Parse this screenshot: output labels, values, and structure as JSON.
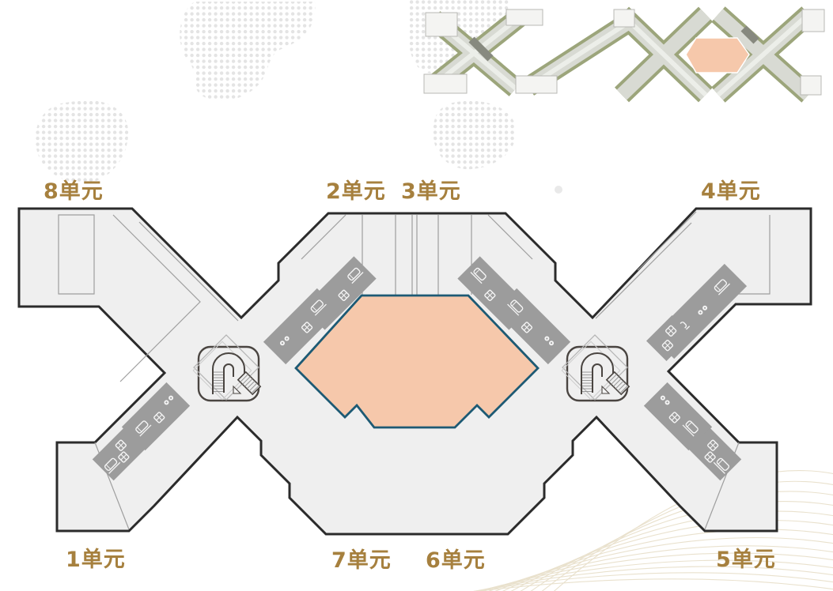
{
  "palette": {
    "floor": "#efefef",
    "outline": "#2b2b2b",
    "thin_line": "#9e9e9e",
    "courtyard_fill": "#f6c8ab",
    "courtyard_border": "#1d5a74",
    "service_gray": "#9c9c9c",
    "icon_white": "#f5f5f5",
    "label_color": "#a6803e",
    "siteplan_olive": "#9ca57b",
    "siteplan_gray": "#d8dad3",
    "siteplan_light": "#eceee9",
    "dot_color": "#e4e4e4",
    "wave_color": "#e9e1cd",
    "core_dark": "#4a4541"
  },
  "unit_labels": [
    {
      "id": "unit-8",
      "text": "8单元"
    },
    {
      "id": "unit-2",
      "text": "2单元"
    },
    {
      "id": "unit-3",
      "text": "3单元"
    },
    {
      "id": "unit-4",
      "text": "4单元"
    },
    {
      "id": "unit-1",
      "text": "1单元"
    },
    {
      "id": "unit-7",
      "text": "7单元"
    },
    {
      "id": "unit-6",
      "text": "6单元"
    },
    {
      "id": "unit-5",
      "text": "5单元"
    }
  ],
  "icons": {
    "stair_core": "u-turn-staircase",
    "service_table": "four-pane-table",
    "service_lounger": "lounger-bed",
    "service_seats": "paired-seats",
    "background_map": "halftone-dot-world-map",
    "background_waves": "gold-contour-waves",
    "site_plan": "aerial-zigzag-building-with-hex-courtyard"
  }
}
